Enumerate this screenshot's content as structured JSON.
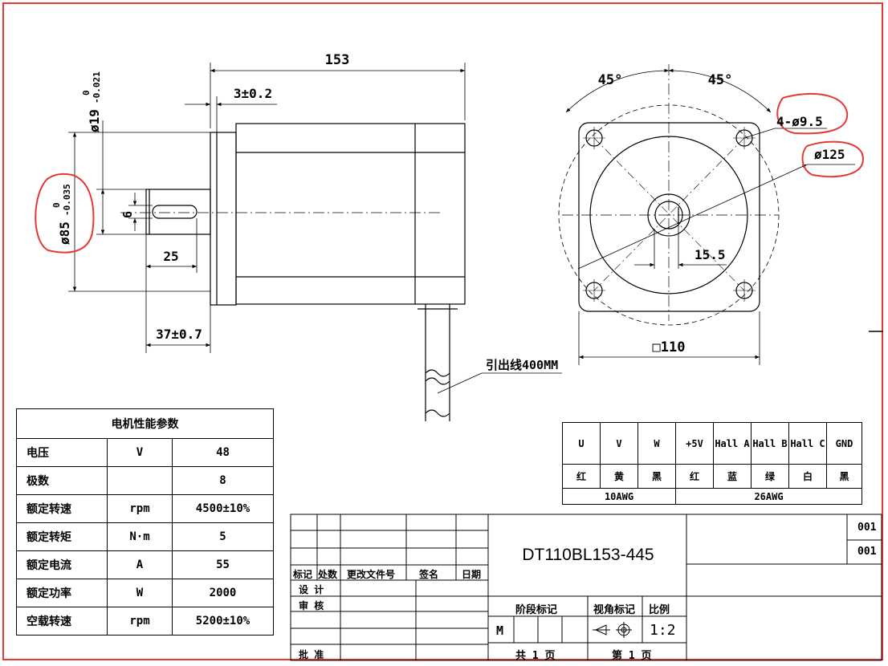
{
  "drawing": {
    "model": "DT110BL153-445",
    "dims": {
      "overall_length": "153",
      "flange_thickness": "3±0.2",
      "shaft_dia_value": "ø19",
      "shaft_dia_tol_upper": "0",
      "shaft_dia_tol_lower": "-0.021",
      "pilot_dia_value": "ø85",
      "pilot_dia_tol_upper": "0",
      "pilot_dia_tol_lower": "-0.035",
      "key_width": "6",
      "key_length": "25",
      "shaft_extension": "37±0.7",
      "angle_left": "45°",
      "angle_right": "45°",
      "mount_holes": "4-ø9.5",
      "bolt_circle": "ø125",
      "flat_depth": "15.5",
      "square_size": "□110",
      "lead_wire": "引出线400MM"
    }
  },
  "performance_table": {
    "caption": "电机性能参数",
    "rows": [
      {
        "param": "电压",
        "unit": "V",
        "value": "48"
      },
      {
        "param": "极数",
        "unit": "",
        "value": "8"
      },
      {
        "param": "额定转速",
        "unit": "rpm",
        "value": "4500±10%"
      },
      {
        "param": "额定转矩",
        "unit": "N·m",
        "value": "5"
      },
      {
        "param": "额定电流",
        "unit": "A",
        "value": "55"
      },
      {
        "param": "额定功率",
        "unit": "W",
        "value": "2000"
      },
      {
        "param": "空载转速",
        "unit": "rpm",
        "value": "5200±10%"
      }
    ]
  },
  "wiring_table": {
    "signals": [
      "U",
      "V",
      "W",
      "+5V",
      "Hall A",
      "Hall B",
      "Hall C",
      "GND"
    ],
    "colors": [
      "红",
      "黄",
      "黑",
      "红",
      "蓝",
      "绿",
      "白",
      "黑"
    ],
    "gauge_left": "10AWG",
    "gauge_right": "26AWG"
  },
  "title_block": {
    "headers": [
      "标记",
      "处数",
      "更改文件号",
      "签名",
      "日期"
    ],
    "design": "设  计",
    "review": "审  核",
    "approve": "批  准",
    "stage_label": "阶段标记",
    "view_label": "视角标记",
    "scale_label": "比例",
    "stage_value": "M",
    "scale_value": "1:2",
    "total_pages": "共 1 页",
    "page_no": "第 1 页",
    "code_top": "001",
    "code_bottom": "001"
  },
  "colors": {
    "annotation": "#e53935",
    "line": "#000000"
  }
}
